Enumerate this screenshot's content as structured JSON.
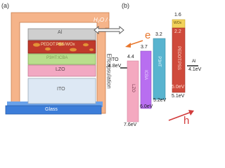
{
  "panel_a": {
    "label": "(a)",
    "layers": {
      "al": "Al",
      "pedot": "PEDOT:PSS/WOx",
      "p3ht": "P3HT:ICBA",
      "lzo": "LZO",
      "ito": "ITO",
      "glass": "Glass"
    },
    "encapsulation_label": "Encapsulation",
    "barrier_label": "H₂O / O₂"
  },
  "panel_b": {
    "label": "(b)",
    "electron_label": "e",
    "hole_label": "h",
    "ito_label": "ITO",
    "ito_value": "4.8eV",
    "lzo_label": "LZO",
    "lzo_top": "4.4",
    "lzo_bottom": "7.6eV",
    "icba_label": "ICBA",
    "icba_top": "3.7",
    "icba_bottom": "6.0eV",
    "p3ht_label": "P3HT",
    "p3ht_top": "3.2",
    "p3ht_bottom": "5.2eV",
    "pedot_label": "PEDOT:PSS",
    "pedot_top": "2.2",
    "pedot_bottom": "5.0eV",
    "wox_label": "WOx",
    "wox_top": "1.6",
    "al_label": "Al",
    "al_value": "4.1eV",
    "pedot_side": "5.1eV"
  },
  "colors": {
    "encapsulation": "#f4b183",
    "al": "#c9c9c9",
    "pedot": "#c0392b",
    "p3ht": "#b7dc8a",
    "lzo": "#f4a9c0",
    "ito": "#dce9f6",
    "glass": "#3c7dd9",
    "arrow_e": "#e8762c",
    "arrow_h": "#d23c3c"
  }
}
